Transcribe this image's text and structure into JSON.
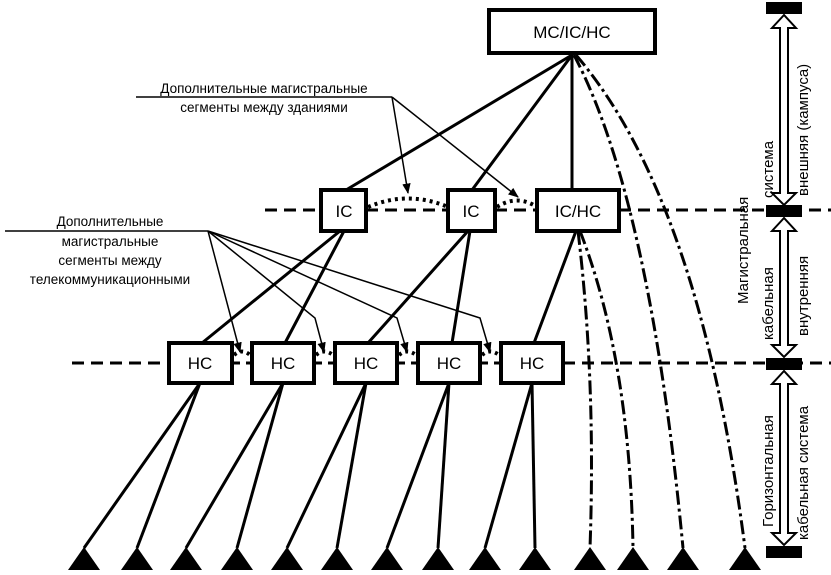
{
  "diagram": {
    "title": "Structure of backbone and horizontal cabling subsystems",
    "nodes": {
      "top": {
        "id": "mc",
        "label": "MC/IC/HC"
      },
      "level2": [
        {
          "id": "ic1",
          "label": "IC"
        },
        {
          "id": "ic2",
          "label": "IC"
        },
        {
          "id": "ichc",
          "label": "IC/HC"
        }
      ],
      "level3": [
        {
          "id": "hc1",
          "label": "HC"
        },
        {
          "id": "hc2",
          "label": "HC"
        },
        {
          "id": "hc3",
          "label": "HC"
        },
        {
          "id": "hc4",
          "label": "HC"
        },
        {
          "id": "hc5",
          "label": "HC"
        }
      ],
      "terminal_count": 14
    },
    "annotations": {
      "between_buildings": {
        "lines": [
          "Дополнительные магистральные",
          "сегменты между зданиями"
        ]
      },
      "between_telecom": {
        "lines": [
          "Дополнительные",
          "магистральные",
          "сегменты между",
          "телекоммуникационными"
        ]
      }
    },
    "side_labels": {
      "backbone": "Магистральная",
      "backbone_cable": "кабельная",
      "system": "система",
      "external_campus": "внешняя (кампуса)",
      "internal": "внутренняя",
      "horizontal": "Горизонтальная",
      "horizontal_cable_system": "кабельная система"
    },
    "links": {
      "mc_to_level2": [
        "ic1",
        "ic2",
        "ichc"
      ],
      "mc_direct_dashdot_terminals": 2,
      "ichc_dashdot_terminals": 2,
      "ichc_solid_to": "hc5",
      "ic1_to": [
        "hc1",
        "hc2"
      ],
      "ic2_to": [
        "hc3",
        "hc4"
      ],
      "terminals_per_hc": 2
    },
    "colors": {
      "ink": "#000000",
      "background": "#ffffff"
    }
  }
}
